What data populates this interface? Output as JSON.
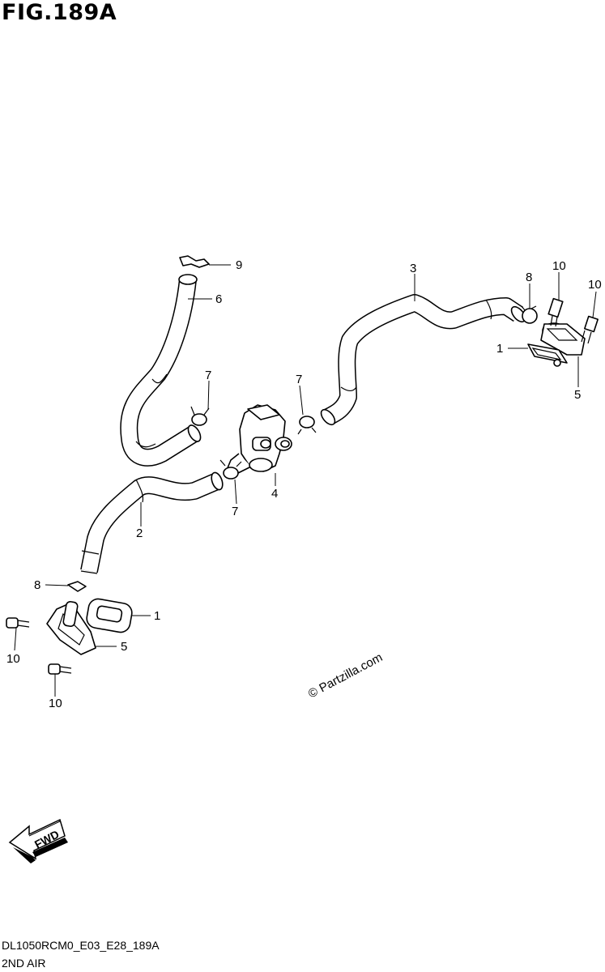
{
  "figure": {
    "title": "FIG.189A",
    "code": "DL1050RCM0_E03_E28_189A",
    "name": "2ND AIR",
    "watermark": "© Partzilla.com",
    "fwd_label": "FWD"
  },
  "callouts": {
    "c9": "9",
    "c6": "6",
    "c3": "3",
    "c8_top": "8",
    "c10_top": "10",
    "c10_right": "10",
    "c1_right": "1",
    "c5_right": "5",
    "c7_left": "7",
    "c7_mid": "7",
    "c4": "4",
    "c7_bottom": "7",
    "c2": "2",
    "c8_left": "8",
    "c1_left": "1",
    "c5_left": "5",
    "c10_left_top": "10",
    "c10_left_bottom": "10"
  }
}
